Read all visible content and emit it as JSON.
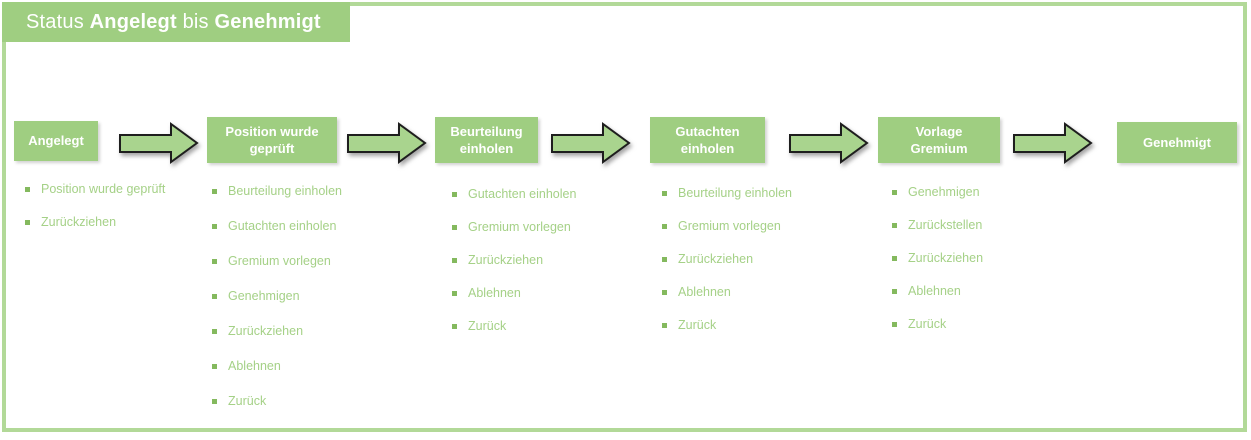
{
  "title": {
    "prefix": "Status ",
    "highlight1": "Angelegt",
    "middle": " bis ",
    "highlight2": "Genehmigt"
  },
  "stages": [
    {
      "label": "Angelegt",
      "actions": [
        "Position wurde geprüft",
        "Zurückziehen"
      ]
    },
    {
      "label": "Position wurde geprüft",
      "actions": [
        "Beurteilung einholen",
        "Gutachten einholen",
        "Gremium vorlegen",
        "Genehmigen",
        "Zurückziehen",
        "Ablehnen",
        "Zurück"
      ]
    },
    {
      "label": "Beurteilung einholen",
      "actions": [
        "Gutachten einholen",
        "Gremium vorlegen",
        "Zurückziehen",
        "Ablehnen",
        "Zurück"
      ]
    },
    {
      "label": "Gutachten einholen",
      "actions": [
        "Beurteilung einholen",
        "Gremium vorlegen",
        "Zurückziehen",
        "Ablehnen",
        "Zurück"
      ]
    },
    {
      "label": "Vorlage Gremium",
      "actions": [
        "Genehmigen",
        "Zurückstellen",
        "Zurückziehen",
        "Ablehnen",
        "Zurück"
      ]
    },
    {
      "label": "Genehmigt",
      "actions": []
    }
  ],
  "colors": {
    "frame_border": "#b2d998",
    "title_background": "#9fce81",
    "stage_box_background": "#9fce81",
    "arrow_fill": "#a9d48e",
    "arrow_stroke": "#1e1e1e",
    "action_text": "#a5d187",
    "bullet": "#84b95e",
    "header_text": "#ffffff"
  }
}
